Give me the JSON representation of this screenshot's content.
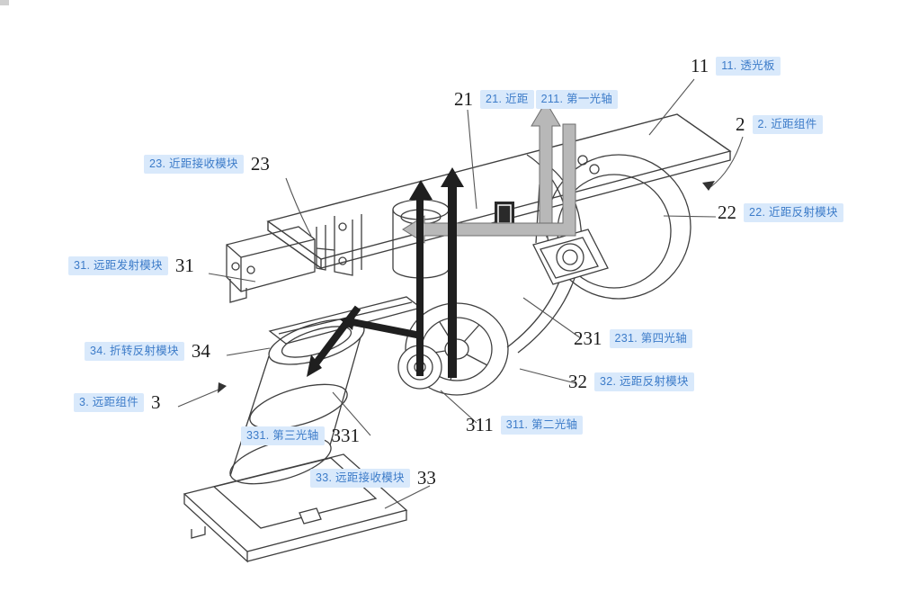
{
  "figure": {
    "type": "patent-technical-drawing",
    "description": "Isometric line drawing of a dual-range optical transceiver assembly with numbered parts and blue annotation badges",
    "colors": {
      "background": "#ffffff",
      "line": "#3f3f3f",
      "number_text": "#1b1b1b",
      "badge_background": "#d9e9fb",
      "badge_text": "#3d7cc9",
      "axis_arrow_black": "#1f1f1f",
      "axis_arrow_gray": "#b8b8b8"
    }
  },
  "labels": [
    {
      "id": "21",
      "number": "21",
      "badge": "21. 近距"
    },
    {
      "id": "211",
      "number": "",
      "badge": "211. 第一光轴"
    },
    {
      "id": "11",
      "number": "11",
      "badge": "11. 透光板"
    },
    {
      "id": "2",
      "number": "2",
      "badge": "2. 近距组件"
    },
    {
      "id": "23",
      "number": "23",
      "badge": "23. 近距接收模块"
    },
    {
      "id": "22",
      "number": "22",
      "badge": "22. 近距反射模块"
    },
    {
      "id": "31",
      "number": "31",
      "badge": "31. 远距发射模块"
    },
    {
      "id": "34",
      "number": "34",
      "badge": "34. 折转反射模块"
    },
    {
      "id": "3",
      "number": "3",
      "badge": "3. 远距组件"
    },
    {
      "id": "231",
      "number": "231",
      "badge": "231. 第四光轴"
    },
    {
      "id": "32",
      "number": "32",
      "badge": "32. 远距反射模块"
    },
    {
      "id": "311",
      "number": "311",
      "badge": "311. 第二光轴"
    },
    {
      "id": "331",
      "number": "331",
      "badge": "331. 第三光轴"
    },
    {
      "id": "33",
      "number": "33",
      "badge": "33. 远距接收模块"
    }
  ]
}
